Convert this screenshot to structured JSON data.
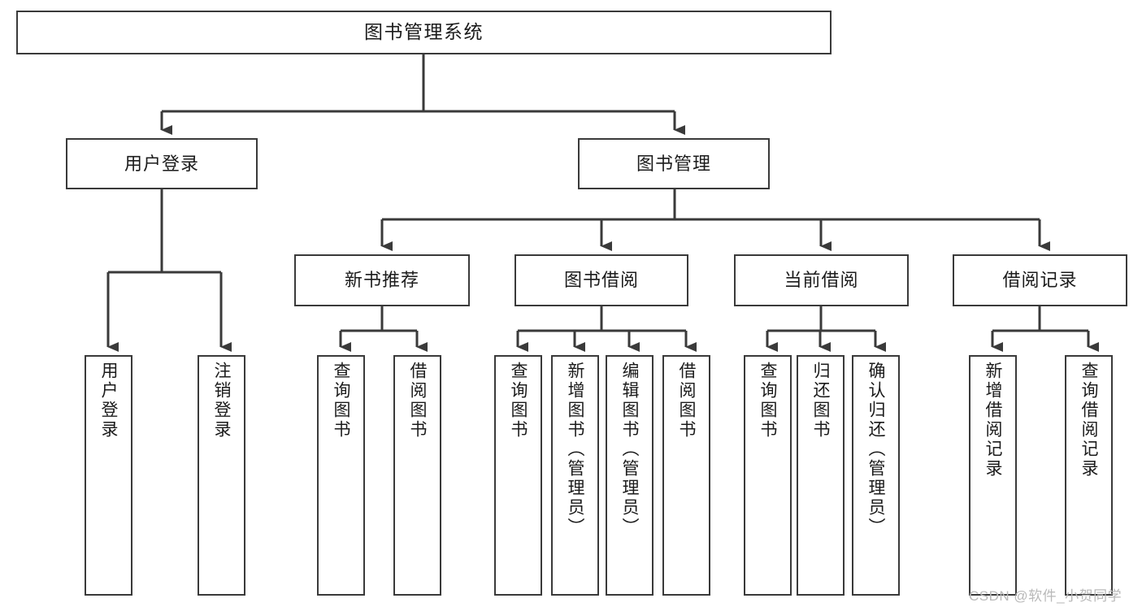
{
  "diagram": {
    "title": "图书管理系统",
    "type": "tree-hierarchy",
    "nodes": {
      "root": {
        "label": "图书管理系统"
      },
      "level2": [
        {
          "id": "user-login",
          "label": "用户登录"
        },
        {
          "id": "book-manage",
          "label": "图书管理"
        }
      ],
      "level3": [
        {
          "id": "new-book-recommend",
          "label": "新书推荐"
        },
        {
          "id": "book-borrow",
          "label": "图书借阅"
        },
        {
          "id": "current-borrow",
          "label": "当前借阅"
        },
        {
          "id": "borrow-record",
          "label": "借阅记录"
        }
      ],
      "leaves": [
        {
          "id": "leaf-user-login",
          "label": "用户登录",
          "parent": "user-login"
        },
        {
          "id": "leaf-logout-login",
          "label": "注销登录",
          "parent": "user-login"
        },
        {
          "id": "leaf-query-book-1",
          "label": "查询图书",
          "parent": "new-book-recommend"
        },
        {
          "id": "leaf-borrow-book-1",
          "label": "借阅图书",
          "parent": "new-book-recommend"
        },
        {
          "id": "leaf-query-book-2",
          "label": "查询图书",
          "parent": "book-borrow"
        },
        {
          "id": "leaf-add-book",
          "label": "新增图书（管理员）",
          "parent": "book-borrow"
        },
        {
          "id": "leaf-edit-book",
          "label": "编辑图书（管理员）",
          "parent": "book-borrow"
        },
        {
          "id": "leaf-borrow-book-2",
          "label": "借阅图书",
          "parent": "book-borrow"
        },
        {
          "id": "leaf-query-book-3",
          "label": "查询图书",
          "parent": "current-borrow"
        },
        {
          "id": "leaf-return-book",
          "label": "归还图书",
          "parent": "current-borrow"
        },
        {
          "id": "leaf-confirm-return",
          "label": "确认归还（管理员）",
          "parent": "current-borrow"
        },
        {
          "id": "leaf-add-record",
          "label": "新增借阅记录",
          "parent": "borrow-record"
        },
        {
          "id": "leaf-query-record",
          "label": "查询借阅记录",
          "parent": "borrow-record"
        }
      ]
    },
    "watermark": "CSDN @软件_小贺同学",
    "colors": {
      "border": "#3a3a3a",
      "text": "#1b1b1b",
      "background": "#ffffff",
      "watermark": "#b9b9b9"
    }
  }
}
